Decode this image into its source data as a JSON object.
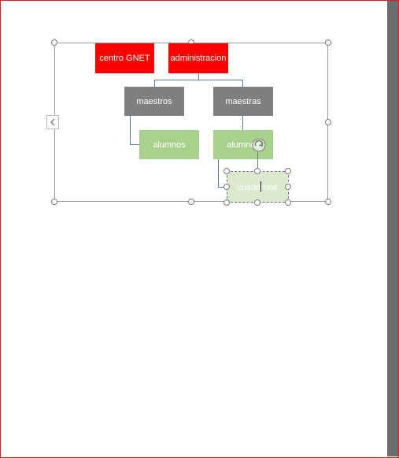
{
  "org_chart": {
    "nodes": {
      "centro": "centro GNET",
      "administracion": "administracion",
      "maestros": "maestros",
      "maestras": "maestras",
      "alumnos_left": "alumnos",
      "alumnos_right": "alumnos",
      "cuadernos": "cuadernos"
    }
  },
  "colors": {
    "red": "#ff0000",
    "gray": "#7f7f7f",
    "green": "#a9d18e",
    "green_light": "#dbe9cf",
    "connector": "#5b7ea8"
  },
  "icons": {
    "text_pane": "chevron-left-icon",
    "rotate": "rotate-icon"
  }
}
